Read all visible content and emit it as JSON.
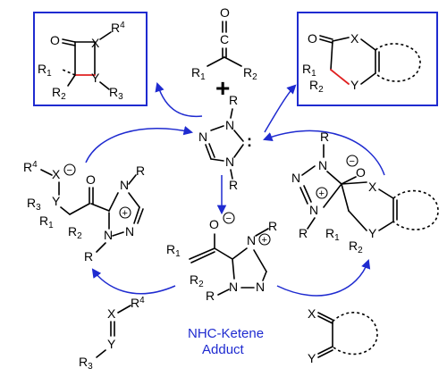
{
  "colors": {
    "cycle_arrows": "#1f2bd0",
    "bonds": "#000000",
    "formed_bond": "#e02020"
  },
  "labels": {
    "O": "O",
    "C": "C",
    "N": "N",
    "X": "X",
    "Y": "Y",
    "R": "R",
    "R1": "R",
    "R1_sub": "1",
    "R2": "R",
    "R2_sub": "2",
    "R3": "R",
    "R3_sub": "3",
    "R4": "R",
    "R4_sup": "4",
    "plus_sign": "+",
    "carbene_dots": ":",
    "minus": "−",
    "cation": "+"
  },
  "caption": {
    "line1": "NHC-Ketene",
    "line2": "Adduct"
  }
}
